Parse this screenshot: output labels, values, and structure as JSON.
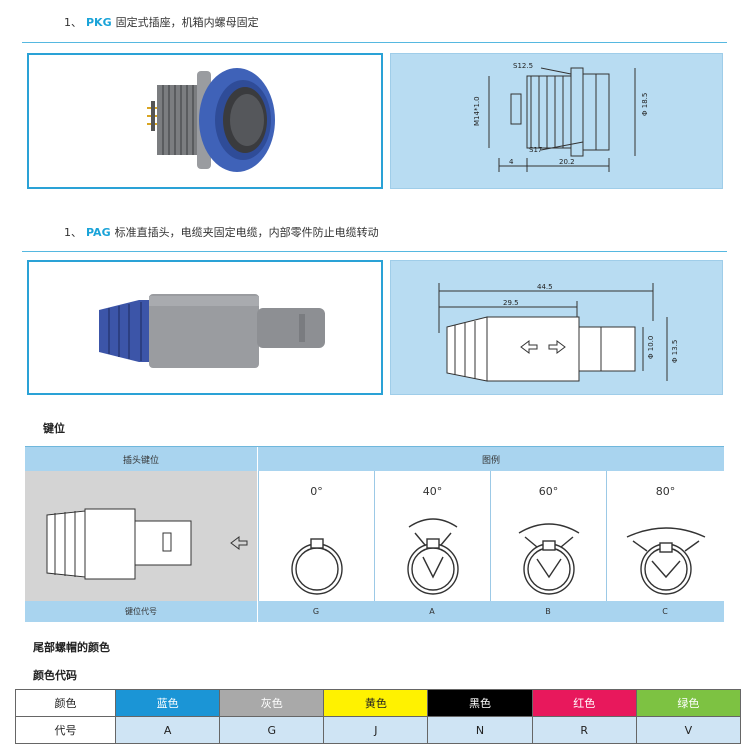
{
  "section1": {
    "num": "1、",
    "code": "PKG",
    "desc": "固定式插座，机箱内螺母固定"
  },
  "section2": {
    "num": "1、",
    "code": "PAG",
    "desc": "标准直插头，电缆夹固定电缆，内部零件防止电缆转动"
  },
  "drawing1": {
    "s12": "S12.5",
    "m14": "M14*1.0",
    "d18": "Φ 18.5",
    "s17": "S17",
    "w4": "4",
    "w20": "20.2"
  },
  "drawing2": {
    "l44": "44.5",
    "l29": "29.5",
    "d10": "Φ 10.0",
    "d13": "Φ 13.5"
  },
  "keying": {
    "title": "键位",
    "head_left": "插头键位",
    "head_right": "图例",
    "foot_left": "键位代号",
    "cells": [
      {
        "deg": "0°",
        "code": "G"
      },
      {
        "deg": "40°",
        "code": "A"
      },
      {
        "deg": "60°",
        "code": "B"
      },
      {
        "deg": "80°",
        "code": "C"
      }
    ]
  },
  "nut_color_title": "尾部螺帽的颜色",
  "color_code_title": "颜色代码",
  "color_table": {
    "row1_label": "颜色",
    "row2_label": "代号",
    "colors": [
      {
        "name": "蓝色",
        "code": "A",
        "bg": "#1b95d6",
        "fg": "#ffffff"
      },
      {
        "name": "灰色",
        "code": "G",
        "bg": "#a9a9a9",
        "fg": "#ffffff"
      },
      {
        "name": "黄色",
        "code": "J",
        "bg": "#fff200",
        "fg": "#222222"
      },
      {
        "name": "黑色",
        "code": "N",
        "bg": "#000000",
        "fg": "#ffffff"
      },
      {
        "name": "红色",
        "code": "R",
        "bg": "#e8185c",
        "fg": "#ffffff"
      },
      {
        "name": "绿色",
        "code": "V",
        "bg": "#7dc242",
        "fg": "#ffffff"
      }
    ]
  }
}
